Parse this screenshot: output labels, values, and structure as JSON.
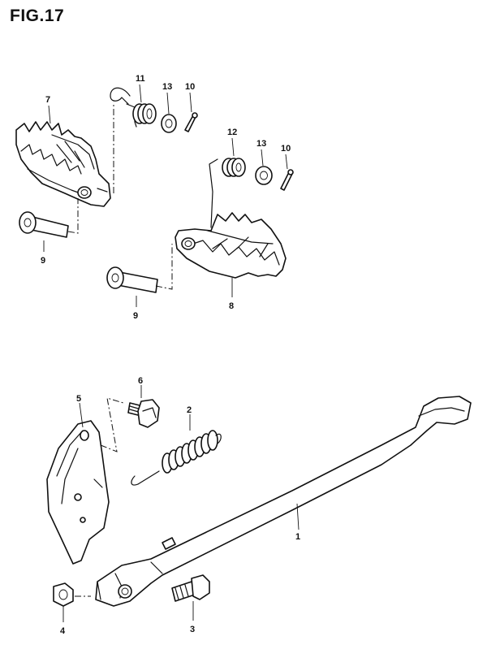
{
  "figure_title": "FIG.17",
  "callouts": {
    "c1": "1",
    "c2": "2",
    "c3": "3",
    "c4": "4",
    "c5": "5",
    "c6": "6",
    "c7": "7",
    "c8": "8",
    "c9a": "9",
    "c9b": "9",
    "c10a": "10",
    "c10b": "10",
    "c11": "11",
    "c12": "12",
    "c13a": "13",
    "c13b": "13"
  }
}
